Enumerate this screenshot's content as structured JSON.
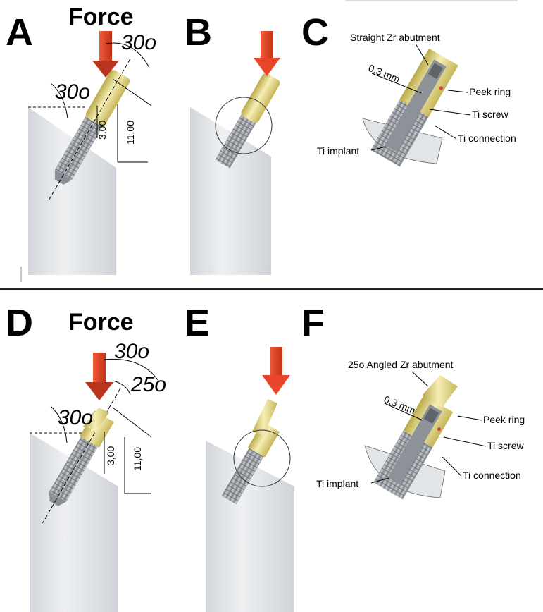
{
  "panels": {
    "a": {
      "letter": "A",
      "force": "Force",
      "angle_load": "30o",
      "angle_bone": "30o",
      "dim_short": "3,00",
      "dim_long": "11,00"
    },
    "b": {
      "letter": "B"
    },
    "c": {
      "letter": "C",
      "abutment": "Straight Zr abutment",
      "gap": "0,3 mm",
      "peek": "Peek ring",
      "screw": "Ti screw",
      "connection": "Ti connection",
      "implant": "Ti implant"
    },
    "d": {
      "letter": "D",
      "force": "Force",
      "angle_load": "30o",
      "angle_abut": "25o",
      "angle_bone": "30o",
      "dim_short": "3,00",
      "dim_long": "11,00"
    },
    "e": {
      "letter": "E"
    },
    "f": {
      "letter": "F",
      "abutment": "25o Angled Zr abutment",
      "gap": "0,3 mm",
      "peek": "Peek ring",
      "screw": "Ti screw",
      "connection": "Ti connection",
      "implant": "Ti implant"
    }
  },
  "colors": {
    "force_arrow": "#e8452a",
    "abutment": "#e8dc8c",
    "titanium": "#9ea3a8",
    "bone": "#e3e6ea"
  }
}
